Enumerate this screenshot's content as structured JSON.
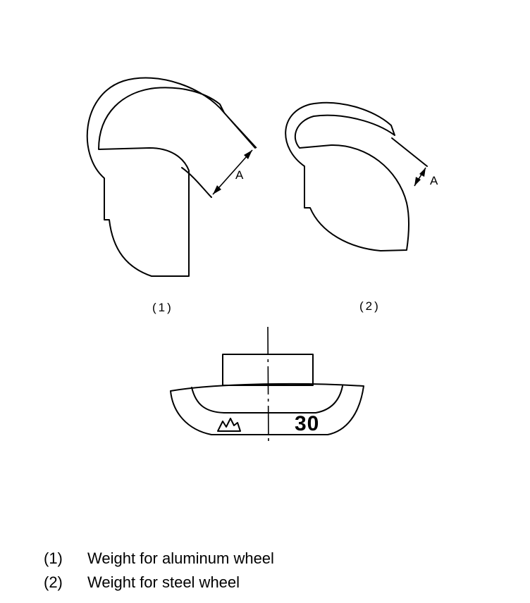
{
  "figure": {
    "weight1": {
      "dimension_label": "A",
      "caption": "(1)"
    },
    "weight2": {
      "dimension_label": "A",
      "caption": "(2)"
    },
    "balance_weight": {
      "mass_marking": "30",
      "logo_icon": "mountain-logo-icon"
    }
  },
  "legend": [
    {
      "key": "(1)",
      "text": "Weight for aluminum wheel"
    },
    {
      "key": "(2)",
      "text": "Weight for steel wheel"
    }
  ]
}
